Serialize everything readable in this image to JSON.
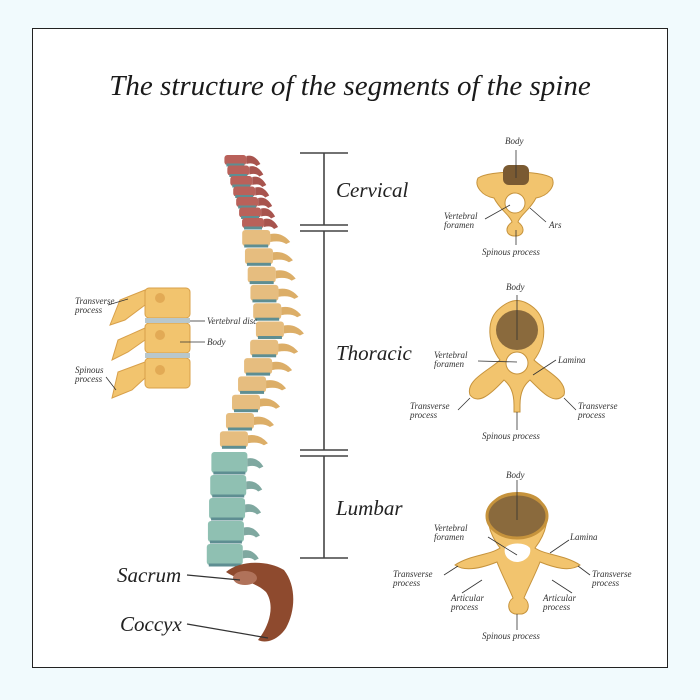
{
  "title": "The structure of the segments of the spine",
  "regions": {
    "cervical": "Cervical",
    "thoracic": "Thoracic",
    "lumbar": "Lumbar",
    "sacrum": "Sacrum",
    "coccyx": "Coccyx"
  },
  "side_view_labels": {
    "transverse": "Transverse process",
    "transverse_l1": "Transverse",
    "transverse_l2": "process",
    "disc": "Vertebral disc",
    "body": "Body",
    "spinous_l1": "Spinous",
    "spinous_l2": "process"
  },
  "cervical_vertebra": {
    "body": "Body",
    "foramen_l1": "Vertebral",
    "foramen_l2": "foramen",
    "ars": "Ars",
    "spinous": "Spinous process"
  },
  "thoracic_vertebra": {
    "body": "Body",
    "foramen_l1": "Vertebral",
    "foramen_l2": "foramen",
    "lamina": "Lamina",
    "transverse_l1": "Transverse",
    "transverse_l2": "process",
    "spinous": "Spinous process"
  },
  "lumbar_vertebra": {
    "body": "Body",
    "foramen_l1": "Vertebral",
    "foramen_l2": "foramen",
    "lamina": "Lamina",
    "transverse_l1": "Transverse",
    "transverse_l2": "process",
    "articular_l1": "Articular",
    "articular_l2": "process",
    "spinous": "Spinous process"
  },
  "colors": {
    "cervical": "#b9615a",
    "thoracic": "#e6bd7f",
    "lumbar": "#8fc0b2",
    "sacrum": "#8e4a2e",
    "disc": "#5e8e92",
    "bone": "#f2c46e",
    "bone_edge": "#c6933c",
    "body_core": "#8a6a3d"
  }
}
